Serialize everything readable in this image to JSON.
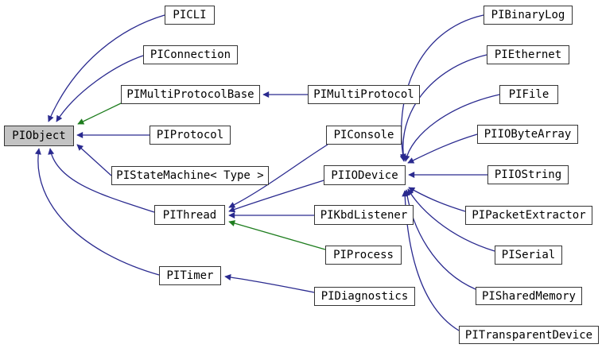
{
  "diagram": {
    "kind": "class-inheritance-graph",
    "focus_class": "PIObject",
    "colors": {
      "background": "#ffffff",
      "node_fill": "#ffffff",
      "node_border": "#353535",
      "focus_node_fill": "#c3c3c3",
      "text": "#000000",
      "public_inheritance_arrow": "#2a2a8f",
      "protected_inheritance_arrow": "#1e7d1e"
    },
    "nodes": [
      {
        "id": "piobject",
        "label": "PIObject",
        "focus": true
      },
      {
        "id": "picli",
        "label": "PICLI"
      },
      {
        "id": "piconnection",
        "label": "PIConnection"
      },
      {
        "id": "pimultiprotocolbase",
        "label": "PIMultiProtocolBase"
      },
      {
        "id": "pimultiprotocol",
        "label": "PIMultiProtocol"
      },
      {
        "id": "piprotocol",
        "label": "PIProtocol"
      },
      {
        "id": "piconsole",
        "label": "PIConsole"
      },
      {
        "id": "pistatemachine",
        "label": "PIStateMachine< Type >"
      },
      {
        "id": "piiodevice",
        "label": "PIIODevice"
      },
      {
        "id": "pithread",
        "label": "PIThread"
      },
      {
        "id": "pikbdlistener",
        "label": "PIKbdListener"
      },
      {
        "id": "piprocess",
        "label": "PIProcess"
      },
      {
        "id": "pitimer",
        "label": "PITimer"
      },
      {
        "id": "pidiagnostics",
        "label": "PIDiagnostics"
      },
      {
        "id": "pibinarylog",
        "label": "PIBinaryLog"
      },
      {
        "id": "piethernet",
        "label": "PIEthernet"
      },
      {
        "id": "pifile",
        "label": "PIFile"
      },
      {
        "id": "piiobytearray",
        "label": "PIIOByteArray"
      },
      {
        "id": "piiostring",
        "label": "PIIOString"
      },
      {
        "id": "pipacketextractor",
        "label": "PIPacketExtractor"
      },
      {
        "id": "piserial",
        "label": "PISerial"
      },
      {
        "id": "pisharedmemory",
        "label": "PISharedMemory"
      },
      {
        "id": "pitransparentdevice",
        "label": "PITransparentDevice"
      }
    ],
    "edges": [
      {
        "from": "PICLI",
        "to": "PIObject",
        "relation": "public"
      },
      {
        "from": "PIConnection",
        "to": "PIObject",
        "relation": "public"
      },
      {
        "from": "PIMultiProtocolBase",
        "to": "PIObject",
        "relation": "protected"
      },
      {
        "from": "PIProtocol",
        "to": "PIObject",
        "relation": "public"
      },
      {
        "from": "PIStateMachine< Type >",
        "to": "PIObject",
        "relation": "public"
      },
      {
        "from": "PIThread",
        "to": "PIObject",
        "relation": "public"
      },
      {
        "from": "PITimer",
        "to": "PIObject",
        "relation": "public"
      },
      {
        "from": "PIMultiProtocol",
        "to": "PIMultiProtocolBase",
        "relation": "public"
      },
      {
        "from": "PIConsole",
        "to": "PIThread",
        "relation": "public"
      },
      {
        "from": "PIIODevice",
        "to": "PIThread",
        "relation": "public"
      },
      {
        "from": "PIKbdListener",
        "to": "PIThread",
        "relation": "public"
      },
      {
        "from": "PIProcess",
        "to": "PIThread",
        "relation": "protected"
      },
      {
        "from": "PIDiagnostics",
        "to": "PITimer",
        "relation": "public"
      },
      {
        "from": "PIBinaryLog",
        "to": "PIIODevice",
        "relation": "public"
      },
      {
        "from": "PIEthernet",
        "to": "PIIODevice",
        "relation": "public"
      },
      {
        "from": "PIFile",
        "to": "PIIODevice",
        "relation": "public"
      },
      {
        "from": "PIIOByteArray",
        "to": "PIIODevice",
        "relation": "public"
      },
      {
        "from": "PIIOString",
        "to": "PIIODevice",
        "relation": "public"
      },
      {
        "from": "PIPacketExtractor",
        "to": "PIIODevice",
        "relation": "public"
      },
      {
        "from": "PISerial",
        "to": "PIIODevice",
        "relation": "public"
      },
      {
        "from": "PISharedMemory",
        "to": "PIIODevice",
        "relation": "public"
      },
      {
        "from": "PITransparentDevice",
        "to": "PIIODevice",
        "relation": "public"
      }
    ]
  }
}
